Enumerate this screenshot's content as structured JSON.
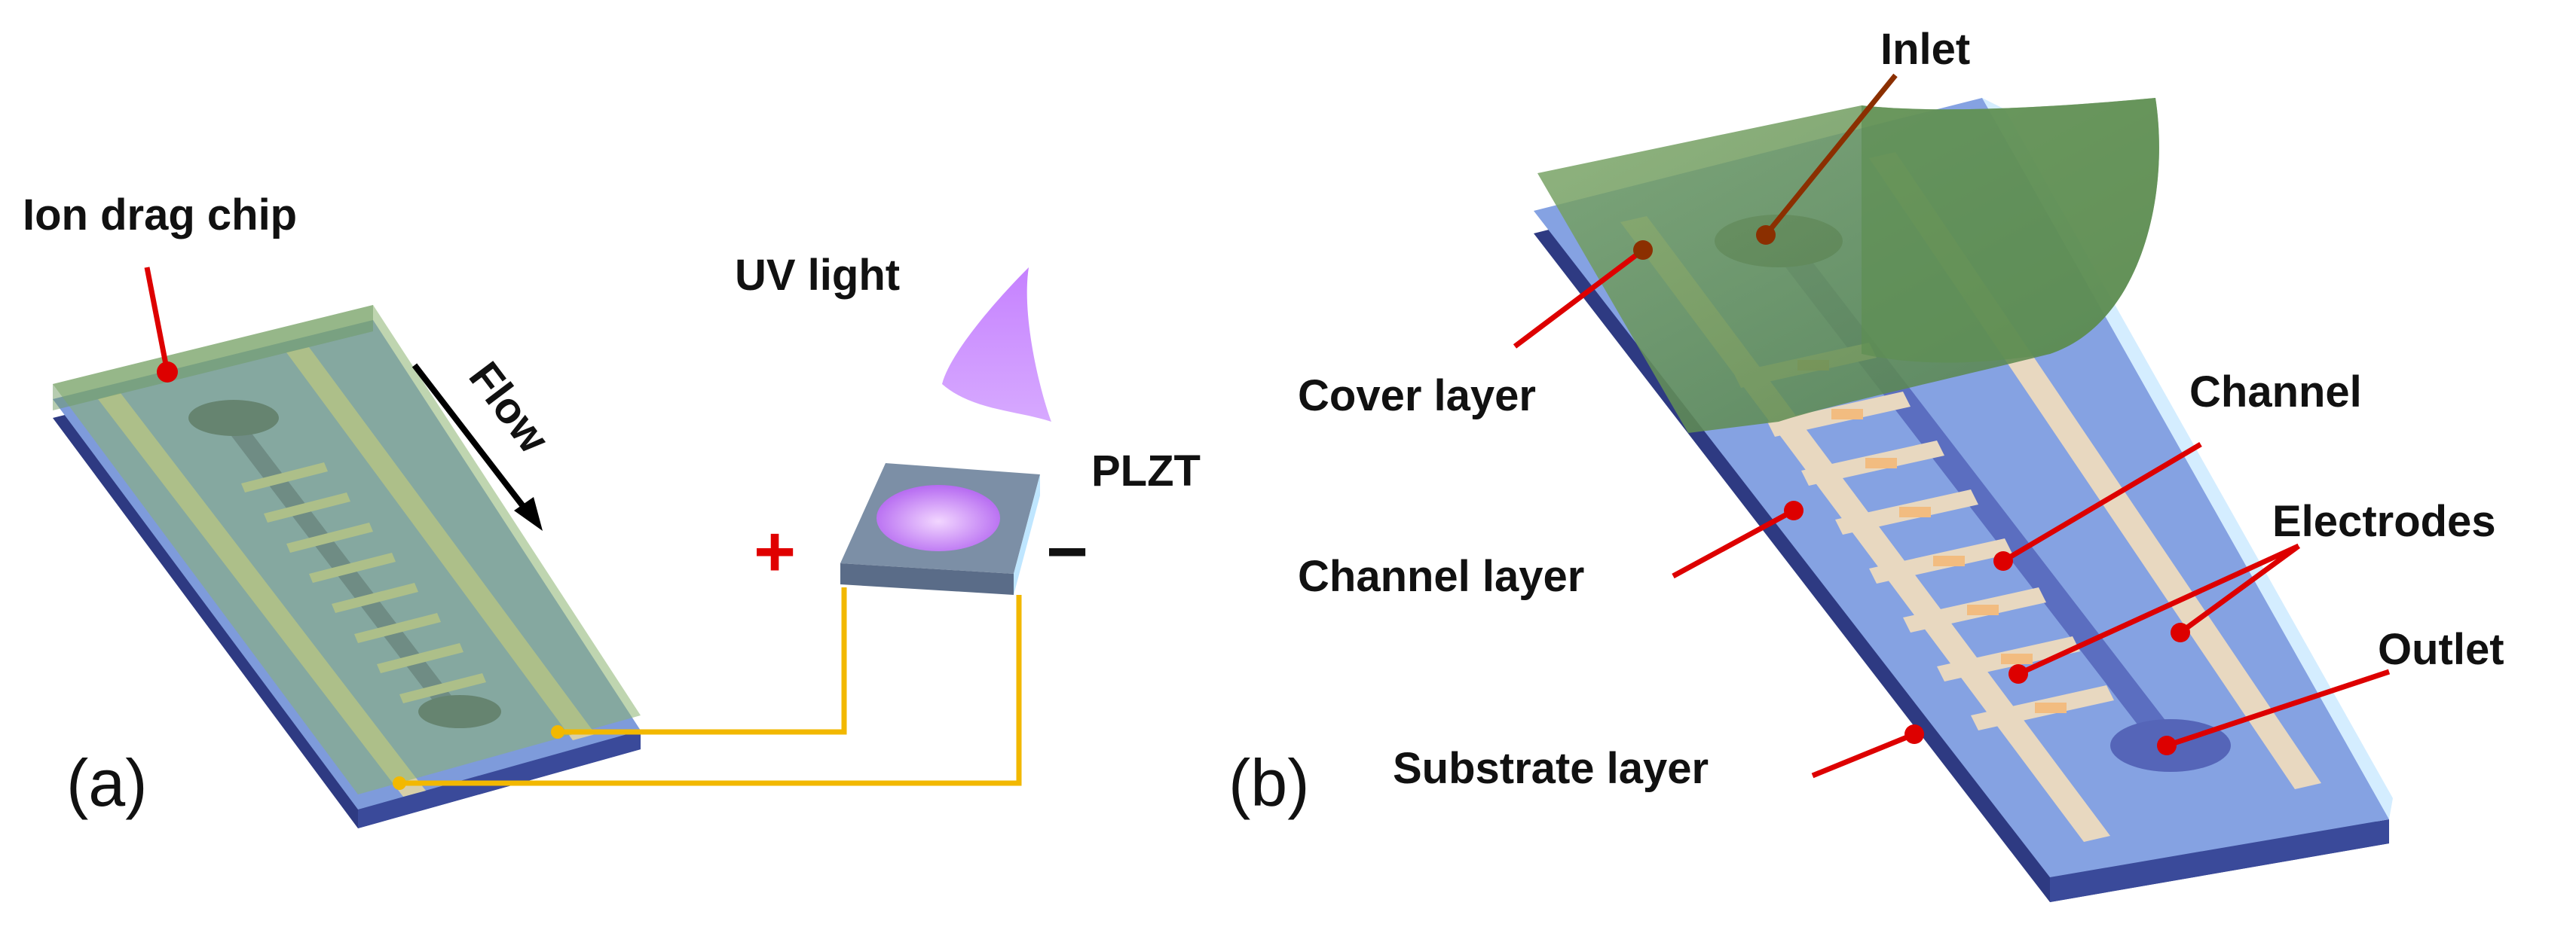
{
  "panels": {
    "a": {
      "label": "(a)",
      "chip_label": "Ion drag chip",
      "flow_label": "Flow",
      "uv_label": "UV light",
      "plzt_label": "PLZT",
      "plus_sign": "+",
      "minus_sign": "−"
    },
    "b": {
      "label": "(b)",
      "inlet": "Inlet",
      "cover_layer": "Cover layer",
      "channel": "Channel",
      "electrodes": "Electrodes",
      "channel_layer": "Channel layer",
      "outlet": "Outlet",
      "substrate_layer": "Substrate layer"
    }
  },
  "colors": {
    "cover": "#7FA36A",
    "channel_layer": "#7E9BDB",
    "substrate": "#3A4A9A",
    "electrode": "#E8D8C0",
    "electrode_pad": "#F2BC80",
    "channel": "#5B6EC0",
    "wire": "#F2B800",
    "uv": "#BF73FF",
    "pointer": "#DD0000",
    "plus": "#E00000"
  }
}
